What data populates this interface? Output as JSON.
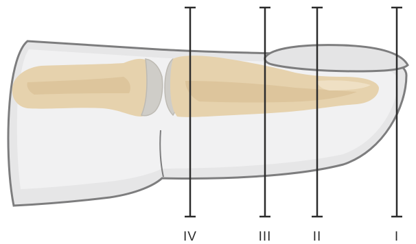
{
  "zones": [
    {
      "id": "IV",
      "label": "IV"
    },
    {
      "id": "III",
      "label": "III"
    },
    {
      "id": "II",
      "label": "II"
    },
    {
      "id": "I",
      "label": "I"
    }
  ],
  "colors": {
    "skin_fill": "#e6e6e7",
    "skin_light": "#f1f1f2",
    "skin_outline": "#7d7d7e",
    "nail_fill": "#e4e4e5",
    "bone_fill": "#e6d2ad",
    "bone_shadow": "#d9bf94",
    "bone_highlight": "#efe0c4",
    "cartilage_fill": "#cfcdc8",
    "line_color": "#2b2b2b"
  },
  "icons": [
    "fingertip-illustration",
    "phalanx-bone",
    "fingernail"
  ]
}
